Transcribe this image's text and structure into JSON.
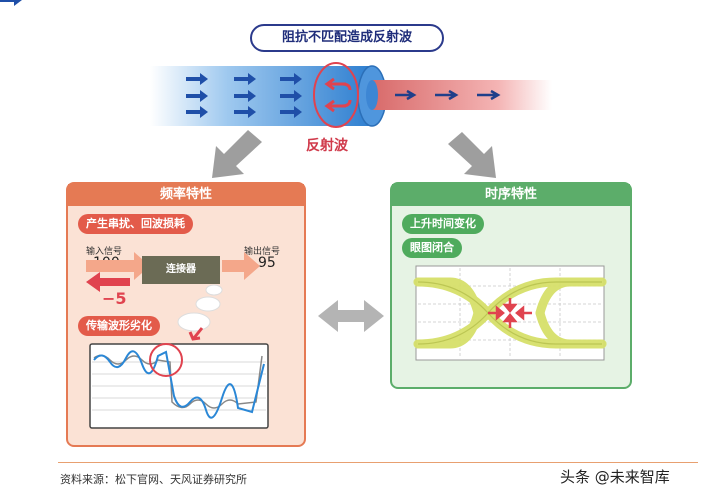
{
  "title": "阻抗不匹配造成反射波",
  "reflected_wave_label": "反射波",
  "frequency_panel": {
    "heading": "频率特性",
    "tag_crosstalk": "产生串扰、回波损耗",
    "input_label": "输入信号",
    "input_value": "100",
    "connector_label": "连接器",
    "output_label": "输出信号",
    "output_value": "95",
    "reflection_value": "−5",
    "tag_waveform": "传输波形劣化"
  },
  "timing_panel": {
    "heading": "时序特性",
    "tag_rise_time": "上升时间变化",
    "tag_eye_closure": "眼图闭合"
  },
  "footer": {
    "source": "资料来源：松下官网、天风证券研究所",
    "brand": "头条 @未来智库"
  },
  "colors": {
    "cable_blue": "#3f8fd8",
    "cable_red": "#e57070",
    "panel_orange": "#e57a54",
    "panel_green": "#5cad6a",
    "eye_yellow": "#d6e06a",
    "arrow_red": "#e0434f"
  }
}
